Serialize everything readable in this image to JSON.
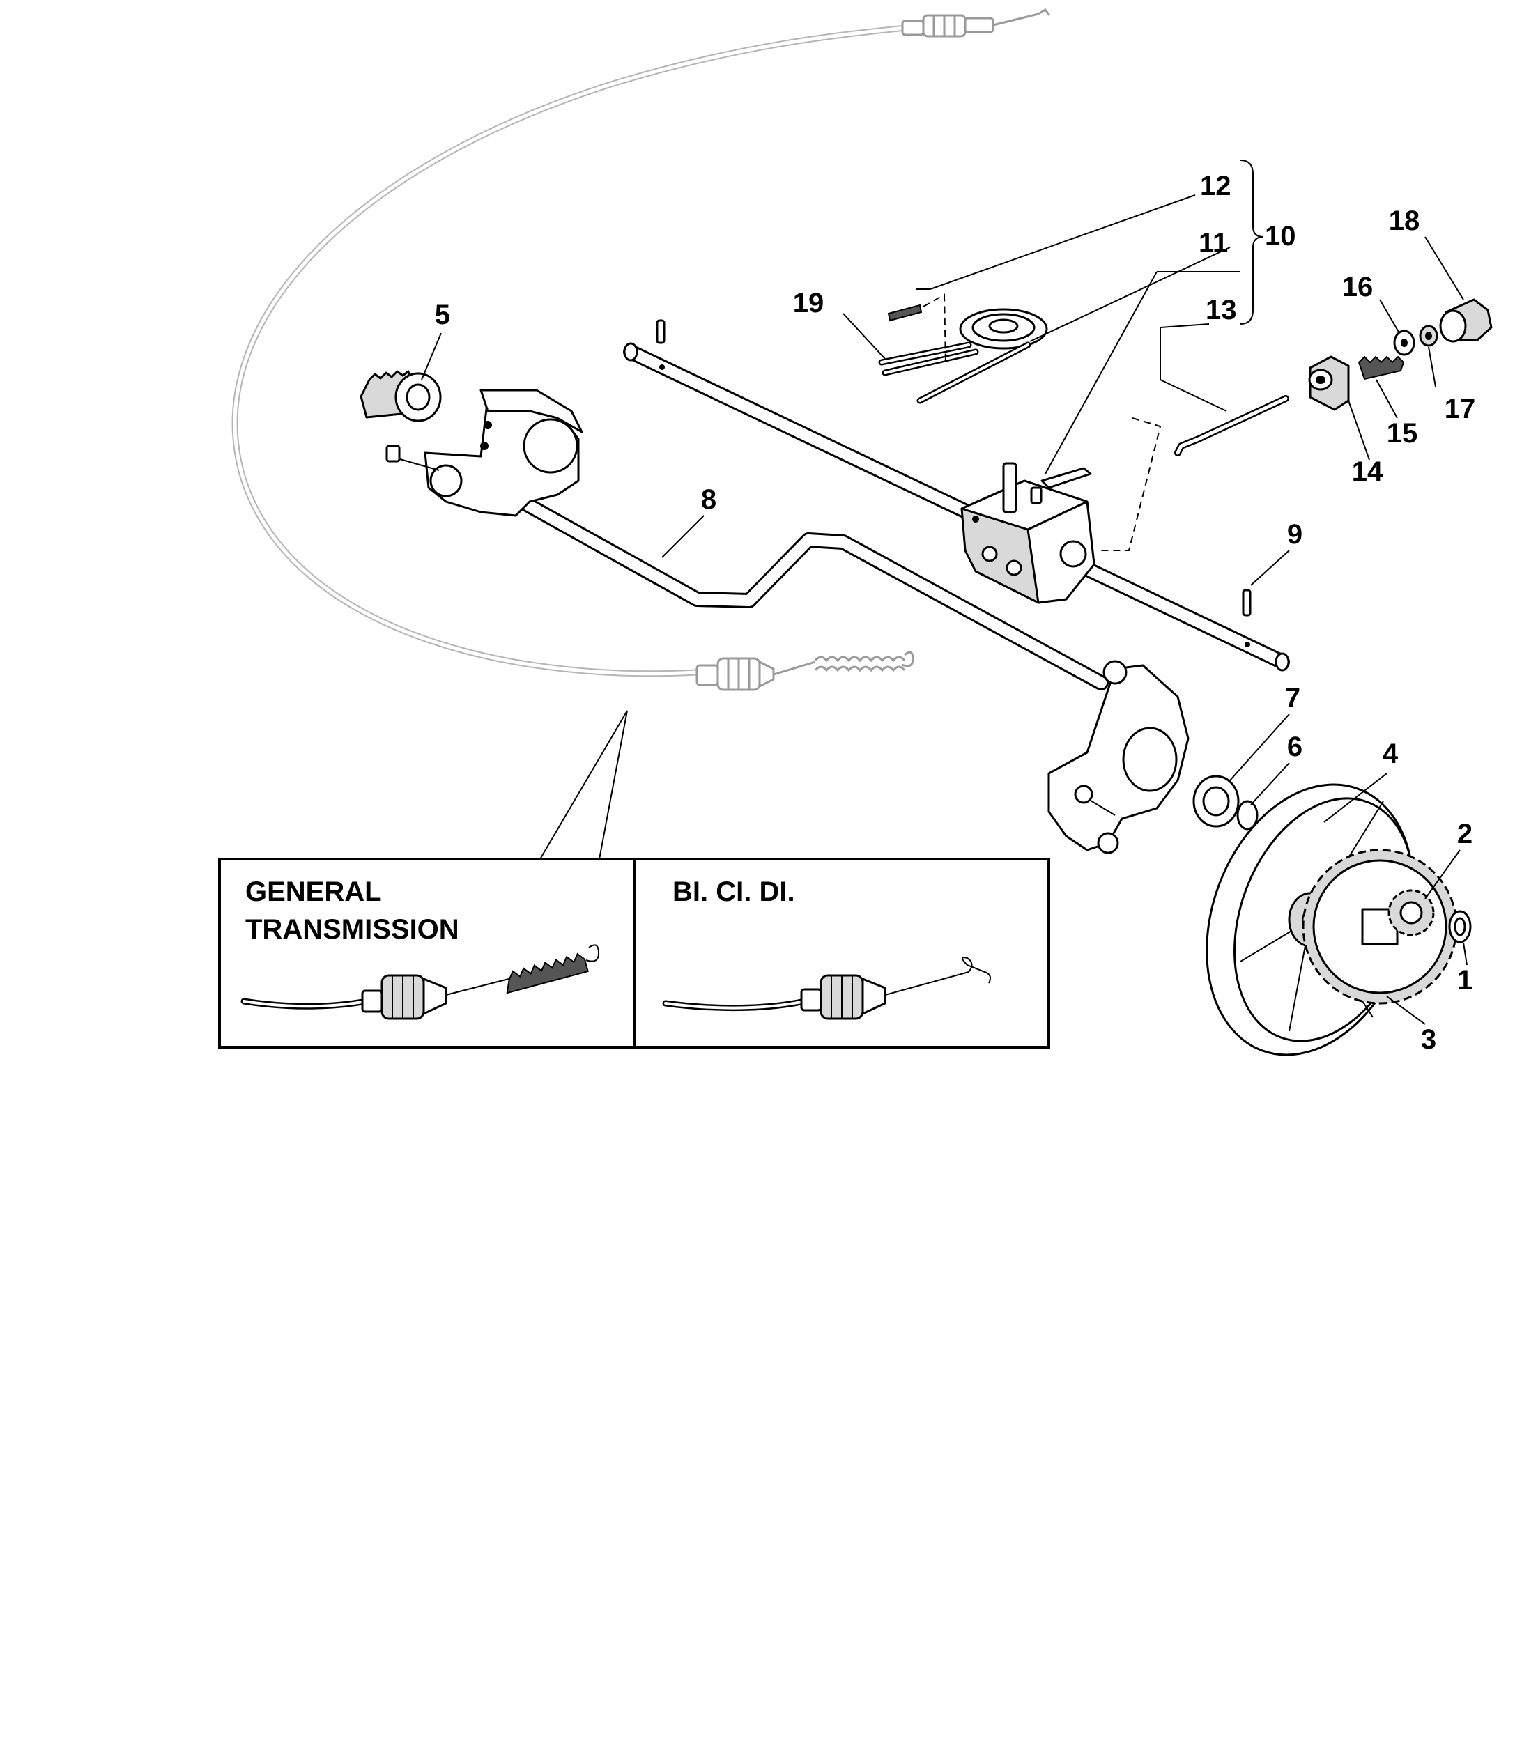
{
  "callouts": [
    {
      "id": "1",
      "label": "1"
    },
    {
      "id": "2",
      "label": "2"
    },
    {
      "id": "3",
      "label": "3"
    },
    {
      "id": "4",
      "label": "4"
    },
    {
      "id": "5",
      "label": "5"
    },
    {
      "id": "6",
      "label": "6"
    },
    {
      "id": "7",
      "label": "7"
    },
    {
      "id": "8",
      "label": "8"
    },
    {
      "id": "9",
      "label": "9"
    },
    {
      "id": "10",
      "label": "10"
    },
    {
      "id": "11",
      "label": "11"
    },
    {
      "id": "12",
      "label": "12"
    },
    {
      "id": "13",
      "label": "13"
    },
    {
      "id": "14",
      "label": "14"
    },
    {
      "id": "15",
      "label": "15"
    },
    {
      "id": "16",
      "label": "16"
    },
    {
      "id": "17",
      "label": "17"
    },
    {
      "id": "18",
      "label": "18"
    },
    {
      "id": "19",
      "label": "19"
    }
  ],
  "inset": {
    "left_title_line1": "GENERAL",
    "left_title_line2": "TRANSMISSION",
    "right_title": "BI. CI. DI."
  }
}
